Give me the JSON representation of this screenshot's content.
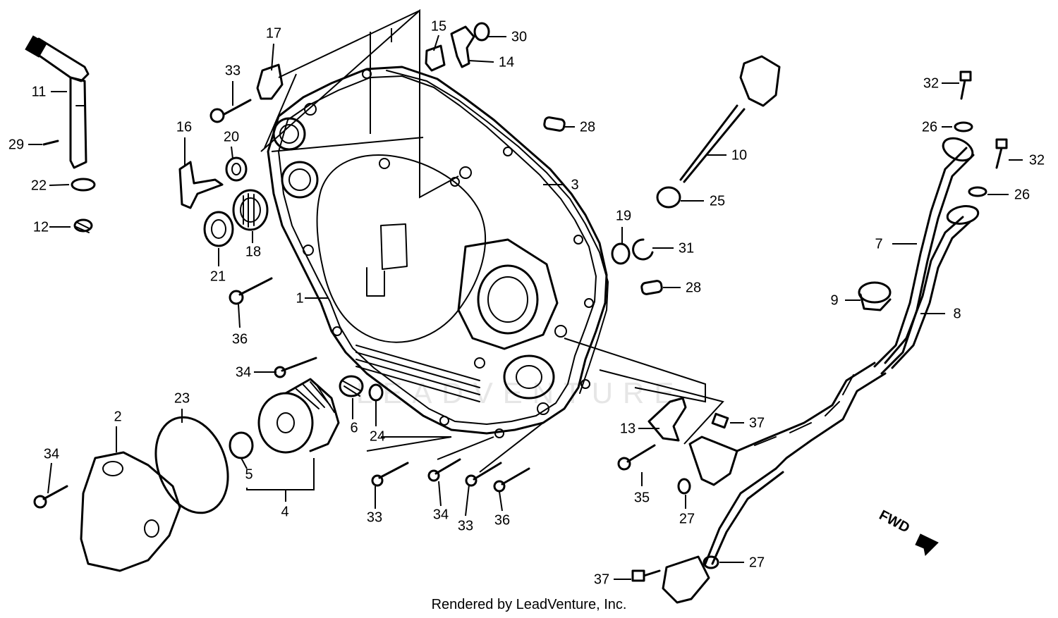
{
  "diagram": {
    "footer": "Rendered by LeadVenture, Inc.",
    "watermark": "LEADVENTURE",
    "direction_label": "FWD",
    "callouts": [
      {
        "id": "1",
        "text": "1"
      },
      {
        "id": "2",
        "text": "2"
      },
      {
        "id": "3",
        "text": "3"
      },
      {
        "id": "4",
        "text": "4"
      },
      {
        "id": "5",
        "text": "5"
      },
      {
        "id": "6",
        "text": "6"
      },
      {
        "id": "7",
        "text": "7"
      },
      {
        "id": "8",
        "text": "8"
      },
      {
        "id": "9",
        "text": "9"
      },
      {
        "id": "10",
        "text": "10"
      },
      {
        "id": "11",
        "text": "11"
      },
      {
        "id": "12",
        "text": "12"
      },
      {
        "id": "13",
        "text": "13"
      },
      {
        "id": "14",
        "text": "14"
      },
      {
        "id": "15",
        "text": "15"
      },
      {
        "id": "16",
        "text": "16"
      },
      {
        "id": "17",
        "text": "17"
      },
      {
        "id": "18",
        "text": "18"
      },
      {
        "id": "19",
        "text": "19"
      },
      {
        "id": "20",
        "text": "20"
      },
      {
        "id": "21",
        "text": "21"
      },
      {
        "id": "22",
        "text": "22"
      },
      {
        "id": "23",
        "text": "23"
      },
      {
        "id": "24",
        "text": "24"
      },
      {
        "id": "25",
        "text": "25"
      },
      {
        "id": "26a",
        "text": "26"
      },
      {
        "id": "26b",
        "text": "26"
      },
      {
        "id": "27a",
        "text": "27"
      },
      {
        "id": "27b",
        "text": "27"
      },
      {
        "id": "28a",
        "text": "28"
      },
      {
        "id": "28b",
        "text": "28"
      },
      {
        "id": "29",
        "text": "29"
      },
      {
        "id": "30",
        "text": "30"
      },
      {
        "id": "31",
        "text": "31"
      },
      {
        "id": "32a",
        "text": "32"
      },
      {
        "id": "32b",
        "text": "32"
      },
      {
        "id": "33a",
        "text": "33"
      },
      {
        "id": "33b",
        "text": "33"
      },
      {
        "id": "33c",
        "text": "33"
      },
      {
        "id": "34a",
        "text": "34"
      },
      {
        "id": "34b",
        "text": "34"
      },
      {
        "id": "34c",
        "text": "34"
      },
      {
        "id": "35",
        "text": "35"
      },
      {
        "id": "36a",
        "text": "36"
      },
      {
        "id": "36b",
        "text": "36"
      },
      {
        "id": "37a",
        "text": "37"
      },
      {
        "id": "37b",
        "text": "37"
      }
    ]
  }
}
